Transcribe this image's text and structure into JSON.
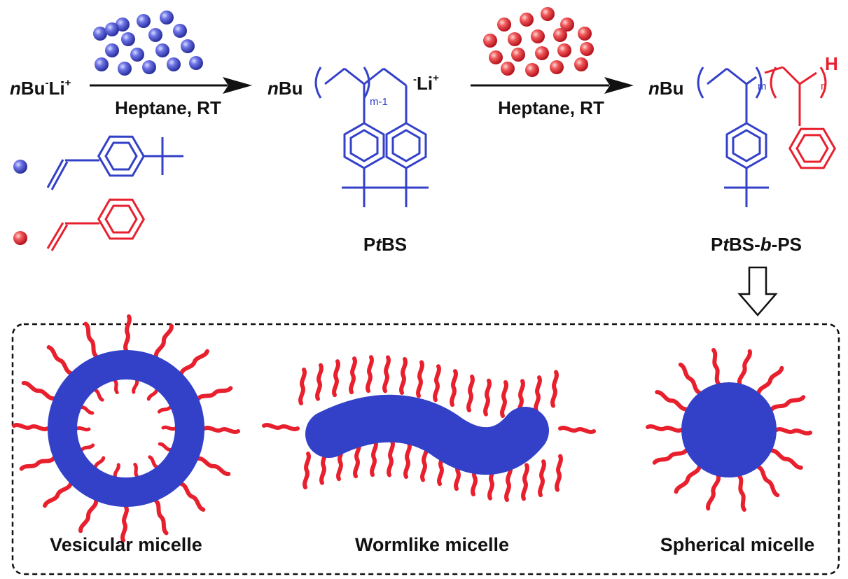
{
  "initiator": {
    "n": "n",
    "bu": "Bu",
    "minus": "-",
    "li": "Li",
    "plus": "+"
  },
  "step1": {
    "label": "Heptane, RT"
  },
  "step2": {
    "label": "Heptane, RT"
  },
  "intermediate": {
    "n": "n",
    "bu": "Bu",
    "subscript": "m-1",
    "minus": "-",
    "li": "Li",
    "plus": "+"
  },
  "product": {
    "n": "n",
    "bu": "Bu",
    "sub_m": "m",
    "sub_n": "n",
    "h": "H"
  },
  "polymers": {
    "ptbs": {
      "p": "P",
      "t": "t",
      "bs": "BS"
    },
    "ptbs_b_ps": {
      "p": "P",
      "t": "t",
      "bs": "BS-",
      "b": "b",
      "ps": "-PS"
    }
  },
  "micelles": {
    "vesicular": "Vesicular micelle",
    "wormlike": "Wormlike micelle",
    "spherical": "Spherical micelle"
  },
  "colors": {
    "blue_block": "#3340c8",
    "red_block": "#e8202e",
    "black": "#111111"
  },
  "icons": [
    "monomer-tbs-bead-icon",
    "monomer-styrene-bead-icon",
    "reaction-arrow-icon",
    "down-arrow-icon"
  ]
}
